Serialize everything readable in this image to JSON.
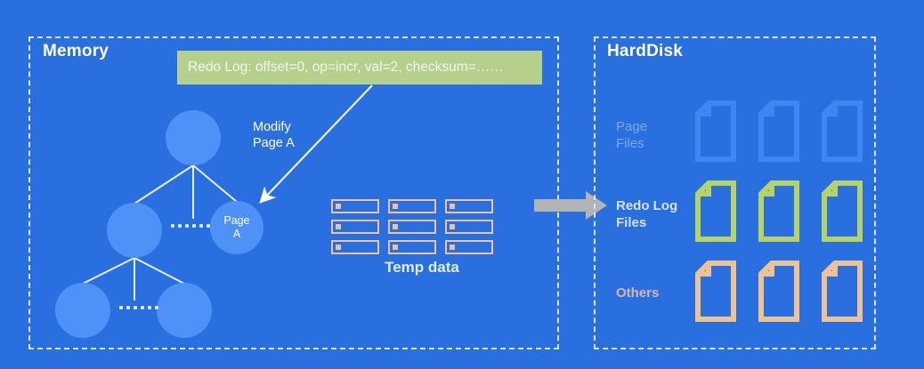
{
  "diagram": {
    "background_color": "#2a6fe0",
    "panels": [
      {
        "id": "memory",
        "title": "Memory"
      },
      {
        "id": "harddisk",
        "title": "HardDisk"
      }
    ]
  },
  "memory": {
    "redo_log_banner": {
      "text": "Redo Log: offset=0, op=incr, val=2, checksum=……",
      "bg_color": "#b5cf8c",
      "text_color": "#f2f6ec"
    },
    "modify_annotation": "Modify\nPage A",
    "tree": {
      "node_color": "#4e92f7",
      "nodes": [
        {
          "id": "root",
          "label": ""
        },
        {
          "id": "l1a",
          "label": ""
        },
        {
          "id": "pagea",
          "label": "Page\nA"
        },
        {
          "id": "l2a",
          "label": ""
        },
        {
          "id": "l2b",
          "label": ""
        }
      ],
      "ellipsis": "······"
    },
    "temp_data": {
      "label": "Temp data",
      "icon_color": "#eec293",
      "stack_count": 3,
      "slabs_per_stack": 3
    }
  },
  "transfer": {
    "arrow_color": "#b3b3b3",
    "direction": "memory-to-harddisk"
  },
  "harddisk": {
    "rows": [
      {
        "id": "page-files",
        "label": "Page\nFiles",
        "label_color": "#7ba9ee",
        "icon_color": "#3f86f2",
        "file_count": 3
      },
      {
        "id": "redo-files",
        "label": "Redo Log\nFiles",
        "label_color": "#d8e2ee",
        "icon_color": "#b5d465",
        "file_count": 3
      },
      {
        "id": "others",
        "label": "Others",
        "label_color": "#d9b6ad",
        "icon_color": "#eec293",
        "file_count": 3
      }
    ]
  }
}
